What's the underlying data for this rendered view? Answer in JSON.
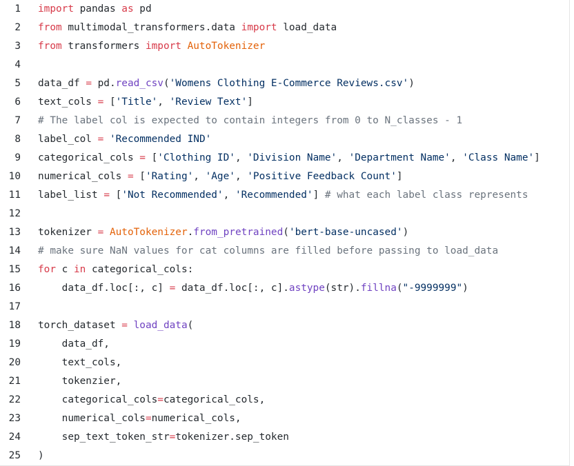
{
  "colors": {
    "keyword": "#d73a49",
    "function": "#6f42c1",
    "string": "#032f62",
    "comment": "#6a737d",
    "class": "#e36209",
    "plain": "#24292e"
  },
  "lines": [
    {
      "num": "1",
      "tokens": [
        {
          "t": "kw",
          "v": "import"
        },
        {
          "t": "plain",
          "v": " pandas "
        },
        {
          "t": "kw",
          "v": "as"
        },
        {
          "t": "plain",
          "v": " pd"
        }
      ]
    },
    {
      "num": "2",
      "tokens": [
        {
          "t": "kw",
          "v": "from"
        },
        {
          "t": "plain",
          "v": " multimodal_transformers.data "
        },
        {
          "t": "kw",
          "v": "import"
        },
        {
          "t": "plain",
          "v": " load_data"
        }
      ]
    },
    {
      "num": "3",
      "tokens": [
        {
          "t": "kw",
          "v": "from"
        },
        {
          "t": "plain",
          "v": " transformers "
        },
        {
          "t": "kw",
          "v": "import"
        },
        {
          "t": "plain",
          "v": " "
        },
        {
          "t": "cls",
          "v": "AutoTokenizer"
        }
      ]
    },
    {
      "num": "4",
      "tokens": []
    },
    {
      "num": "5",
      "tokens": [
        {
          "t": "plain",
          "v": "data_df "
        },
        {
          "t": "op",
          "v": "="
        },
        {
          "t": "plain",
          "v": " pd."
        },
        {
          "t": "fn",
          "v": "read_csv"
        },
        {
          "t": "plain",
          "v": "("
        },
        {
          "t": "str",
          "v": "'Womens Clothing E-Commerce Reviews.csv'"
        },
        {
          "t": "plain",
          "v": ")"
        }
      ]
    },
    {
      "num": "6",
      "tokens": [
        {
          "t": "plain",
          "v": "text_cols "
        },
        {
          "t": "op",
          "v": "="
        },
        {
          "t": "plain",
          "v": " ["
        },
        {
          "t": "str",
          "v": "'Title'"
        },
        {
          "t": "plain",
          "v": ", "
        },
        {
          "t": "str",
          "v": "'Review Text'"
        },
        {
          "t": "plain",
          "v": "]"
        }
      ]
    },
    {
      "num": "7",
      "tokens": [
        {
          "t": "cm",
          "v": "# The label col is expected to contain integers from 0 to N_classes - 1"
        }
      ]
    },
    {
      "num": "8",
      "tokens": [
        {
          "t": "plain",
          "v": "label_col "
        },
        {
          "t": "op",
          "v": "="
        },
        {
          "t": "plain",
          "v": " "
        },
        {
          "t": "str",
          "v": "'Recommended IND'"
        }
      ]
    },
    {
      "num": "9",
      "tokens": [
        {
          "t": "plain",
          "v": "categorical_cols "
        },
        {
          "t": "op",
          "v": "="
        },
        {
          "t": "plain",
          "v": " ["
        },
        {
          "t": "str",
          "v": "'Clothing ID'"
        },
        {
          "t": "plain",
          "v": ", "
        },
        {
          "t": "str",
          "v": "'Division Name'"
        },
        {
          "t": "plain",
          "v": ", "
        },
        {
          "t": "str",
          "v": "'Department Name'"
        },
        {
          "t": "plain",
          "v": ", "
        },
        {
          "t": "str",
          "v": "'Class Name'"
        },
        {
          "t": "plain",
          "v": "]"
        }
      ]
    },
    {
      "num": "10",
      "tokens": [
        {
          "t": "plain",
          "v": "numerical_cols "
        },
        {
          "t": "op",
          "v": "="
        },
        {
          "t": "plain",
          "v": " ["
        },
        {
          "t": "str",
          "v": "'Rating'"
        },
        {
          "t": "plain",
          "v": ", "
        },
        {
          "t": "str",
          "v": "'Age'"
        },
        {
          "t": "plain",
          "v": ", "
        },
        {
          "t": "str",
          "v": "'Positive Feedback Count'"
        },
        {
          "t": "plain",
          "v": "]"
        }
      ]
    },
    {
      "num": "11",
      "tokens": [
        {
          "t": "plain",
          "v": "label_list "
        },
        {
          "t": "op",
          "v": "="
        },
        {
          "t": "plain",
          "v": " ["
        },
        {
          "t": "str",
          "v": "'Not Recommended'"
        },
        {
          "t": "plain",
          "v": ", "
        },
        {
          "t": "str",
          "v": "'Recommended'"
        },
        {
          "t": "plain",
          "v": "] "
        },
        {
          "t": "cm",
          "v": "# what each label class represents"
        }
      ]
    },
    {
      "num": "12",
      "tokens": []
    },
    {
      "num": "13",
      "tokens": [
        {
          "t": "plain",
          "v": "tokenizer "
        },
        {
          "t": "op",
          "v": "="
        },
        {
          "t": "plain",
          "v": " "
        },
        {
          "t": "cls",
          "v": "AutoTokenizer"
        },
        {
          "t": "plain",
          "v": "."
        },
        {
          "t": "fn",
          "v": "from_pretrained"
        },
        {
          "t": "plain",
          "v": "("
        },
        {
          "t": "str",
          "v": "'bert-base-uncased'"
        },
        {
          "t": "plain",
          "v": ")"
        }
      ]
    },
    {
      "num": "14",
      "tokens": [
        {
          "t": "cm",
          "v": "# make sure NaN values for cat columns are filled before passing to load_data"
        }
      ]
    },
    {
      "num": "15",
      "tokens": [
        {
          "t": "kw",
          "v": "for"
        },
        {
          "t": "plain",
          "v": " c "
        },
        {
          "t": "kw",
          "v": "in"
        },
        {
          "t": "plain",
          "v": " categorical_cols:"
        }
      ]
    },
    {
      "num": "16",
      "tokens": [
        {
          "t": "plain",
          "v": "    data_df.loc[:, c] "
        },
        {
          "t": "op",
          "v": "="
        },
        {
          "t": "plain",
          "v": " data_df.loc[:, c]."
        },
        {
          "t": "fn",
          "v": "astype"
        },
        {
          "t": "plain",
          "v": "(str)."
        },
        {
          "t": "fn",
          "v": "fillna"
        },
        {
          "t": "plain",
          "v": "("
        },
        {
          "t": "str",
          "v": "\"-9999999\""
        },
        {
          "t": "plain",
          "v": ")"
        }
      ]
    },
    {
      "num": "17",
      "tokens": []
    },
    {
      "num": "18",
      "tokens": [
        {
          "t": "plain",
          "v": "torch_dataset "
        },
        {
          "t": "op",
          "v": "="
        },
        {
          "t": "plain",
          "v": " "
        },
        {
          "t": "fn",
          "v": "load_data"
        },
        {
          "t": "plain",
          "v": "("
        }
      ]
    },
    {
      "num": "19",
      "tokens": [
        {
          "t": "plain",
          "v": "    data_df,"
        }
      ]
    },
    {
      "num": "20",
      "tokens": [
        {
          "t": "plain",
          "v": "    text_cols,"
        }
      ]
    },
    {
      "num": "21",
      "tokens": [
        {
          "t": "plain",
          "v": "    tokenzier,"
        }
      ]
    },
    {
      "num": "22",
      "tokens": [
        {
          "t": "plain",
          "v": "    categorical_cols"
        },
        {
          "t": "op",
          "v": "="
        },
        {
          "t": "plain",
          "v": "categorical_cols,"
        }
      ]
    },
    {
      "num": "23",
      "tokens": [
        {
          "t": "plain",
          "v": "    numerical_cols"
        },
        {
          "t": "op",
          "v": "="
        },
        {
          "t": "plain",
          "v": "numerical_cols,"
        }
      ]
    },
    {
      "num": "24",
      "tokens": [
        {
          "t": "plain",
          "v": "    sep_text_token_str"
        },
        {
          "t": "op",
          "v": "="
        },
        {
          "t": "plain",
          "v": "tokenizer.sep_token"
        }
      ]
    },
    {
      "num": "25",
      "tokens": [
        {
          "t": "plain",
          "v": ")"
        }
      ]
    }
  ]
}
